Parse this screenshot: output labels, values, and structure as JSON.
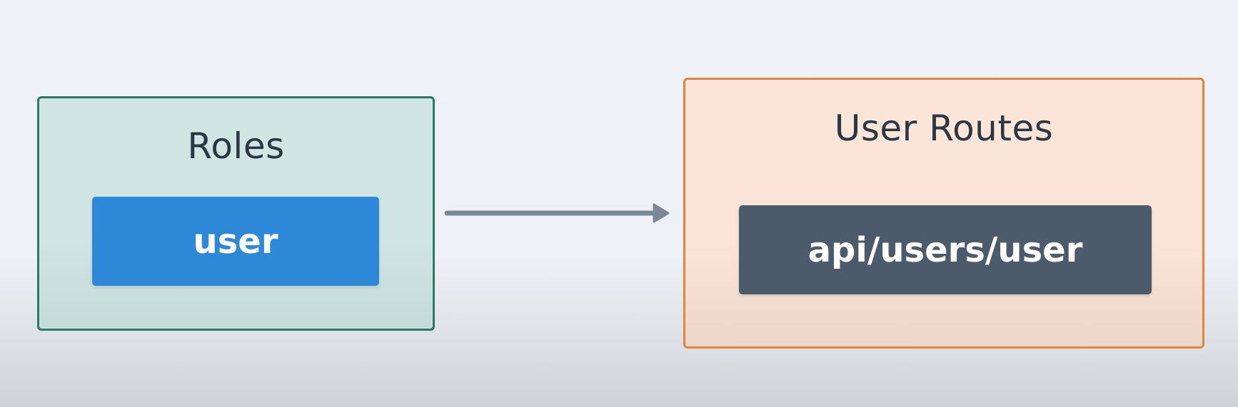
{
  "roles_panel": {
    "title": "Roles",
    "item": "user",
    "border_color": "#2c7a62",
    "fill_color": "#d1e5e3",
    "item_color": "#2e88d8"
  },
  "routes_panel": {
    "title": "User Routes",
    "item": "api/users/user",
    "border_color": "#e0843e",
    "fill_color": "#fae5d8",
    "item_color": "#4b5b6b"
  },
  "connector": {
    "color": "#7a8794",
    "direction": "roles-to-routes"
  }
}
